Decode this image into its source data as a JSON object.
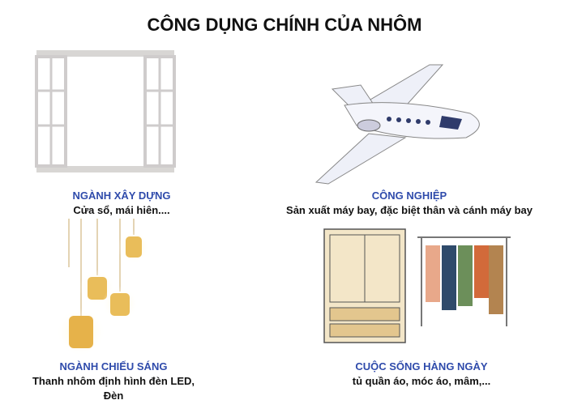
{
  "title": "CÔNG DỤNG CHÍNH CỦA NHÔM",
  "sections": [
    {
      "heading": "NGÀNH XÂY DỰNG",
      "description": "Cửa sổ, mái hiên...."
    },
    {
      "heading": "CÔNG NGHIỆP",
      "description": "Sản xuất máy bay, đặc biệt thân và cánh máy bay"
    },
    {
      "heading": "NGÀNH CHIẾU SÁNG",
      "description": "Thanh nhôm định hình đèn LED,",
      "description2": "Đèn"
    },
    {
      "heading": "CUỘC SỐNG HÀNG NGÀY",
      "description": "tủ quần áo, móc áo, mâm,..."
    }
  ],
  "colors": {
    "heading": "#2f4bab",
    "text": "#111111"
  }
}
